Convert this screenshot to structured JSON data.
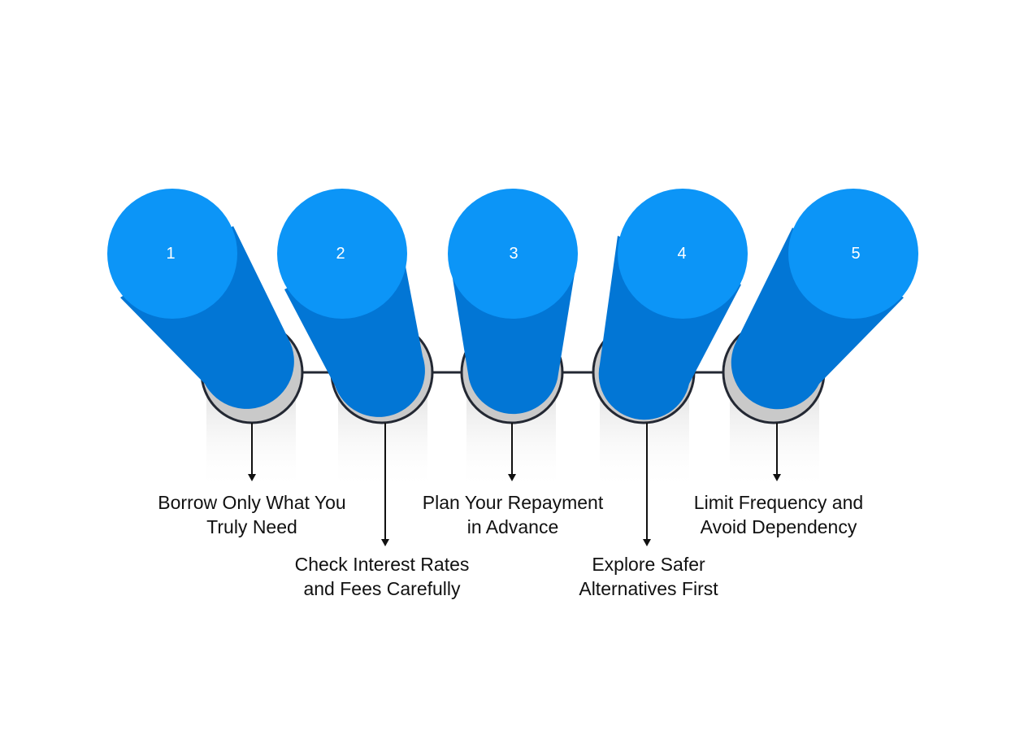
{
  "steps": [
    {
      "number": "1",
      "lines": [
        "Borrow Only What You",
        "Truly Need"
      ]
    },
    {
      "number": "2",
      "lines": [
        "Check Interest Rates",
        "and Fees Carefully"
      ]
    },
    {
      "number": "3",
      "lines": [
        "Plan Your Repayment",
        "in Advance"
      ]
    },
    {
      "number": "4",
      "lines": [
        "Explore Safer",
        "Alternatives First"
      ]
    },
    {
      "number": "5",
      "lines": [
        "Limit Frequency and",
        "Avoid Dependency"
      ]
    }
  ],
  "colors": {
    "cap": "#0c95f7",
    "body": "#0276d5",
    "ring": "#232833",
    "connector": "#232833",
    "shadow": "#c9c9c9",
    "text": "#111111"
  }
}
